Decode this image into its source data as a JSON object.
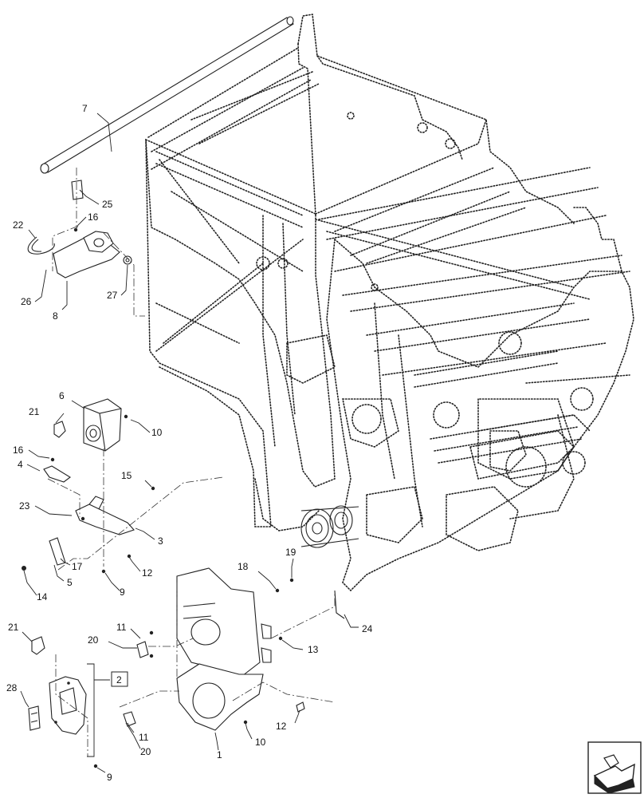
{
  "diagram": {
    "callouts": [
      {
        "id": "c7",
        "text": "7"
      },
      {
        "id": "c25",
        "text": "25"
      },
      {
        "id": "c16a",
        "text": "16"
      },
      {
        "id": "c22",
        "text": "22"
      },
      {
        "id": "c26",
        "text": "26"
      },
      {
        "id": "c8",
        "text": "8"
      },
      {
        "id": "c27",
        "text": "27"
      },
      {
        "id": "c6",
        "text": "6"
      },
      {
        "id": "c21a",
        "text": "21"
      },
      {
        "id": "c10a",
        "text": "10"
      },
      {
        "id": "c16b",
        "text": "16"
      },
      {
        "id": "c4",
        "text": "4"
      },
      {
        "id": "c15",
        "text": "15"
      },
      {
        "id": "c23",
        "text": "23"
      },
      {
        "id": "c3",
        "text": "3"
      },
      {
        "id": "c17",
        "text": "17"
      },
      {
        "id": "c5",
        "text": "5"
      },
      {
        "id": "c14",
        "text": "14"
      },
      {
        "id": "c12a",
        "text": "12"
      },
      {
        "id": "c9a",
        "text": "9"
      },
      {
        "id": "c19",
        "text": "19"
      },
      {
        "id": "c18",
        "text": "18"
      },
      {
        "id": "c24",
        "text": "24"
      },
      {
        "id": "c21b",
        "text": "21"
      },
      {
        "id": "c11a",
        "text": "11"
      },
      {
        "id": "c20a",
        "text": "20"
      },
      {
        "id": "c13",
        "text": "13"
      },
      {
        "id": "c28",
        "text": "28"
      },
      {
        "id": "c2",
        "text": "2"
      },
      {
        "id": "c11b",
        "text": "11"
      },
      {
        "id": "c20b",
        "text": "20"
      },
      {
        "id": "c1",
        "text": "1"
      },
      {
        "id": "c10b",
        "text": "10"
      },
      {
        "id": "c12b",
        "text": "12"
      },
      {
        "id": "c9b",
        "text": "9"
      }
    ]
  }
}
